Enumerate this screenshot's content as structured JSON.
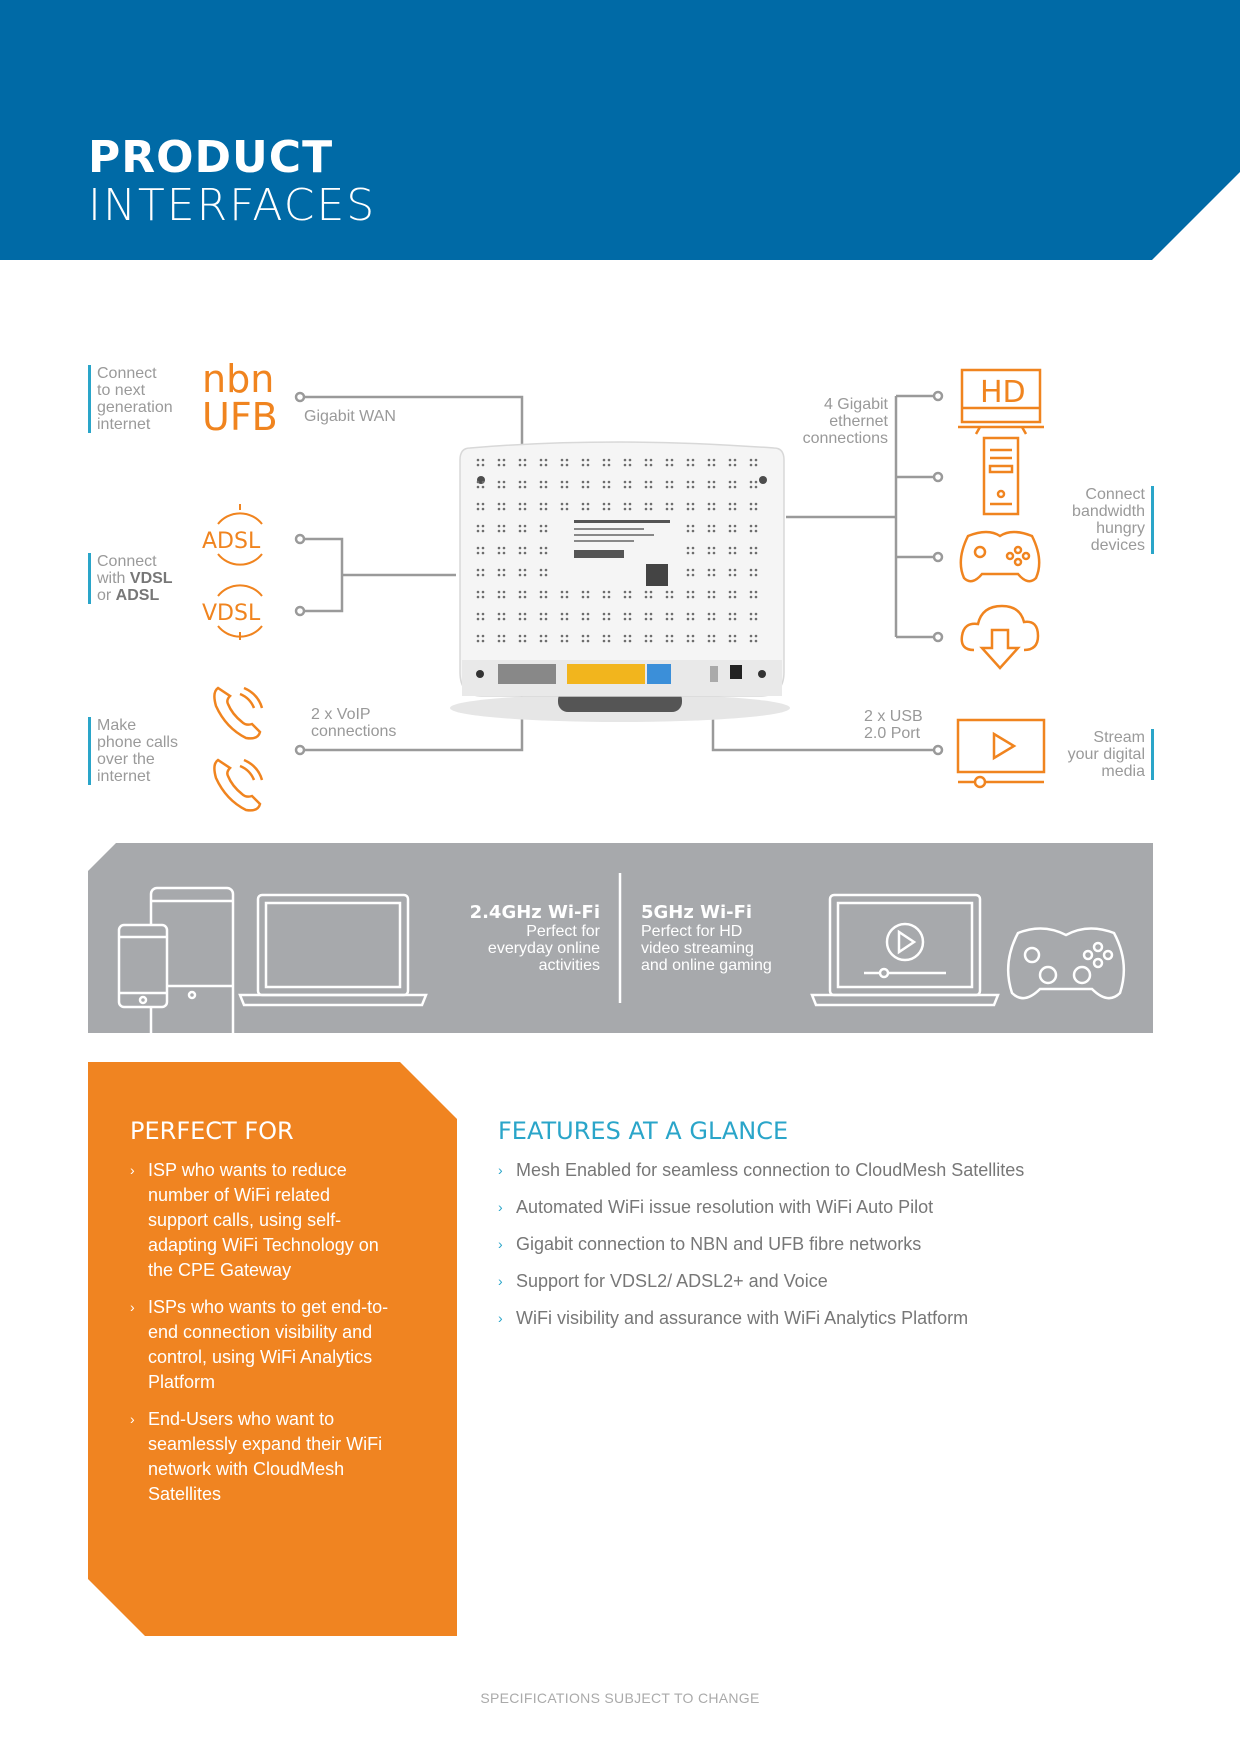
{
  "header": {
    "title_line1": "PRODUCT",
    "title_line2": "INTERFACES",
    "color": "#006aa6"
  },
  "diagram": {
    "left": {
      "nbn_side": [
        "Connect",
        "to next",
        "generation",
        "internet"
      ],
      "nbn_logo": [
        "nbn",
        "UFB"
      ],
      "wan_label": "Gigabit WAN",
      "dsl_side_line1": "Connect",
      "dsl_side_with": "with ",
      "dsl_side_vdsl": "VDSL",
      "dsl_side_or": "or ",
      "dsl_side_adsl": "ADSL",
      "adsl_icon": "ADSL",
      "vdsl_icon": "VDSL",
      "voip_side": [
        "Make",
        "phone calls",
        "over the",
        "internet"
      ],
      "voip_label": [
        "2 x VoIP",
        "connections"
      ]
    },
    "right": {
      "ethernet_label": [
        "4 Gigabit",
        "ethernet",
        "connections"
      ],
      "hd_icon": "HD",
      "devices_side": [
        "Connect",
        "bandwidth",
        "hungry",
        "devices"
      ],
      "usb_label": [
        "2 x USB",
        "2.0 Port"
      ],
      "media_side": [
        "Stream",
        "your digital",
        "media"
      ]
    },
    "icons": [
      "hd-tv-icon",
      "desktop-pc-icon",
      "gamepad-icon",
      "cloud-download-icon",
      "media-player-icon",
      "phone-icon",
      "router-icon"
    ],
    "accent_orange": "#f0841f",
    "accent_blue": "#2aa5c9"
  },
  "wifi": {
    "band_24_title": "2.4GHz Wi-Fi",
    "band_24_text": [
      "Perfect for",
      "everyday online",
      "activities"
    ],
    "band_5_title": "5GHz Wi-Fi",
    "band_5_text": [
      "Perfect for HD",
      "video streaming",
      "and online gaming"
    ],
    "background": "#a7a9ac"
  },
  "perfect_for": {
    "title": "PERFECT FOR",
    "items": [
      "ISP who wants to reduce number of WiFi related support calls, using self-adapting WiFi Technology on the CPE Gateway",
      "ISPs who wants to get end-to-end connection visibility and control, using WiFi Analytics Platform",
      "End-Users who want to seamlessly expand their WiFi network with CloudMesh Satellites"
    ],
    "bullet": "›",
    "background": "#f08421"
  },
  "features": {
    "title": "FEATURES AT A GLANCE",
    "items": [
      "Mesh Enabled for seamless connection to CloudMesh Satellites",
      "Automated WiFi issue resolution with WiFi Auto Pilot",
      "Gigabit connection to NBN and UFB fibre networks",
      "Support for VDSL2/ ADSL2+ and Voice",
      "WiFi visibility and assurance with WiFi Analytics Platform"
    ],
    "bullet": "›"
  },
  "footer": {
    "text": "SPECIFICATIONS SUBJECT TO CHANGE"
  }
}
